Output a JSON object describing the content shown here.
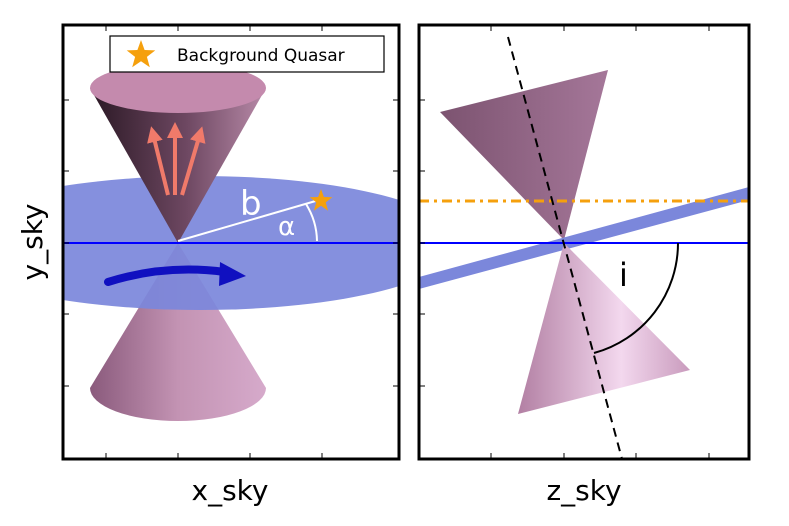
{
  "figure": {
    "legend": {
      "label": "Background Quasar",
      "marker_color": "#f5a00d"
    },
    "left_panel": {
      "xlabel": "x_sky",
      "ylabel": "y_sky",
      "symbols": {
        "impact_parameter": "b",
        "azimuth": "α"
      }
    },
    "right_panel": {
      "xlabel": "z_sky",
      "symbols": {
        "inclination": "i"
      }
    },
    "colors": {
      "disk": "#7b87db",
      "cone": "#c48aad",
      "horizon_line": "#0000ff",
      "outflow_arrows": "#f07a6a",
      "rotation_arrow": "#1010c0",
      "quasar_sightline": "#f5a00d"
    }
  }
}
